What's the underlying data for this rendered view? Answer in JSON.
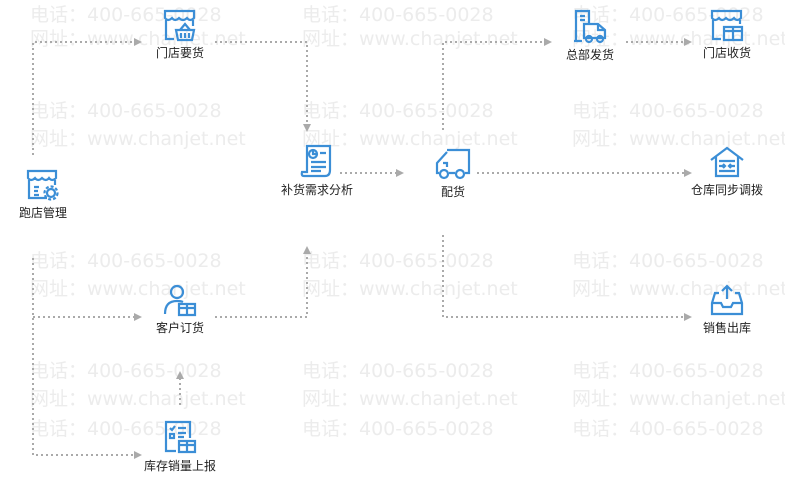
{
  "watermark": {
    "phone": "电话：400-665-0028",
    "site": "网址：www.chanjet.net"
  },
  "colors": {
    "accent": "#3b8ed6",
    "line": "#aaaaaa",
    "watermark": "#ececec"
  },
  "nodes": {
    "store_visit": {
      "label": "跑店管理",
      "icon": "store-gear-icon"
    },
    "store_request": {
      "label": "门店要货",
      "icon": "store-basket-icon"
    },
    "replenish_analysis": {
      "label": "补货需求分析",
      "icon": "report-chart-icon"
    },
    "customer_order": {
      "label": "客户订货",
      "icon": "user-box-icon"
    },
    "inventory_report": {
      "label": "库存销量上报",
      "icon": "checklist-box-icon"
    },
    "distribution": {
      "label": "配货",
      "icon": "truck-icon"
    },
    "hq_shipping": {
      "label": "总部发货",
      "icon": "building-truck-icon"
    },
    "store_receiving": {
      "label": "门店收货",
      "icon": "store-box-icon"
    },
    "warehouse_transfer": {
      "label": "仓库同步调拨",
      "icon": "warehouse-transfer-icon"
    },
    "sales_outbound": {
      "label": "销售出库",
      "icon": "tray-upload-icon"
    }
  }
}
